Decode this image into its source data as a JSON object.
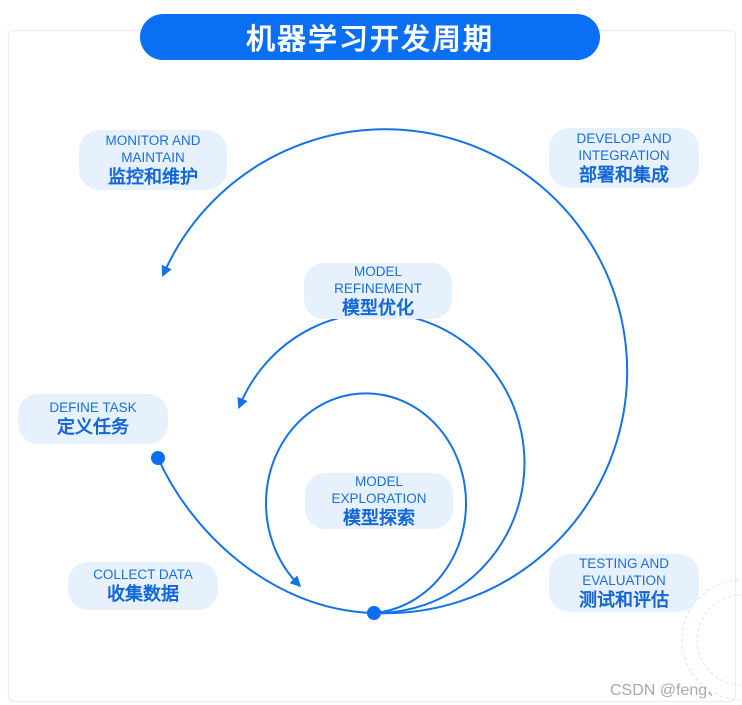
{
  "title": "机器学习开发周期",
  "stages": {
    "monitor": {
      "en": "MONITOR AND\nMAINTAIN",
      "zh": "监控和维护"
    },
    "develop": {
      "en": "DEVELOP AND\nINTEGRATION",
      "zh": "部署和集成"
    },
    "refine": {
      "en": "MODEL\nREFINEMENT",
      "zh": "模型优化"
    },
    "define": {
      "en": "DEFINE TASK",
      "zh": "定义任务"
    },
    "explore": {
      "en": "MODEL\nEXPLORATION",
      "zh": "模型探索"
    },
    "collect": {
      "en": "COLLECT DATA",
      "zh": "收集数据"
    },
    "testing": {
      "en": "TESTING AND\nEVALUATION",
      "zh": "测试和评估"
    }
  },
  "watermark": "CSDN @feng、",
  "colors": {
    "accent": "#0a6ff2",
    "pill_bg": "#e7f1fd",
    "stroke": "#1473e6"
  }
}
